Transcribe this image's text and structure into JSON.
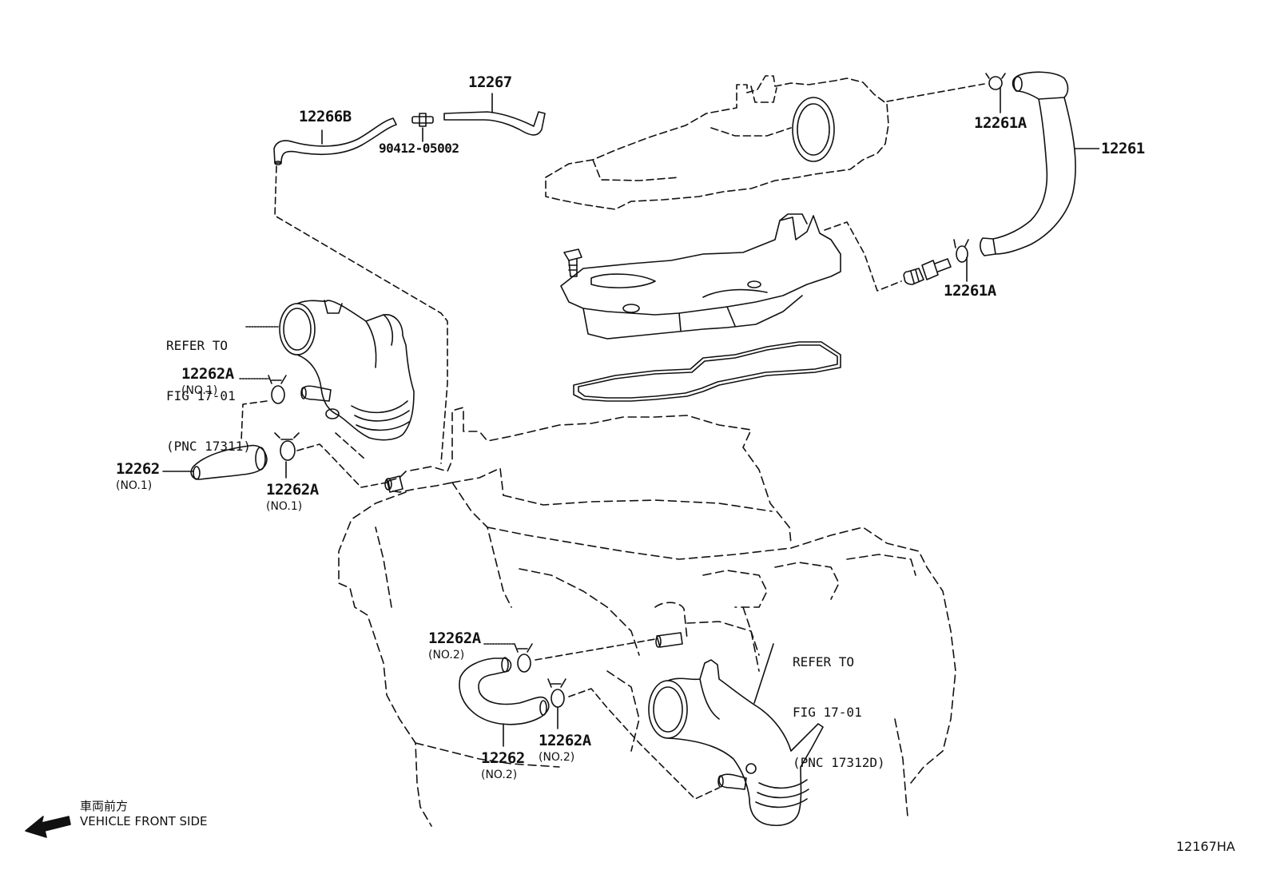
{
  "labels": {
    "l12267": "12267",
    "l12266b": "12266B",
    "l90412": "90412-05002",
    "l12261a_top": "12261A",
    "l12261": "12261",
    "l12261a_mid": "12261A",
    "l12262a_1a": "12262A",
    "l12262a_1a_sub": "(NO.1)",
    "l12262_1": "12262",
    "l12262_1_sub": "(NO.1)",
    "l12262a_1b": "12262A",
    "l12262a_1b_sub": "(NO.1)",
    "l12262a_2a": "12262A",
    "l12262a_2a_sub": "(NO.2)",
    "l12262_2": "12262",
    "l12262_2_sub": "(NO.2)",
    "l12262a_2b": "12262A",
    "l12262a_2b_sub": "(NO.2)"
  },
  "refs": {
    "left": {
      "line1": "REFER TO",
      "line2": "FIG 17-01",
      "line3": "(PNC 17311)"
    },
    "right": {
      "line1": "REFER TO",
      "line2": "FIG 17-01",
      "line3": "(PNC 17312D)"
    }
  },
  "direction": {
    "japanese": "車両前方",
    "english": "VEHICLE FRONT SIDE"
  },
  "diagram_id": "12167HA"
}
